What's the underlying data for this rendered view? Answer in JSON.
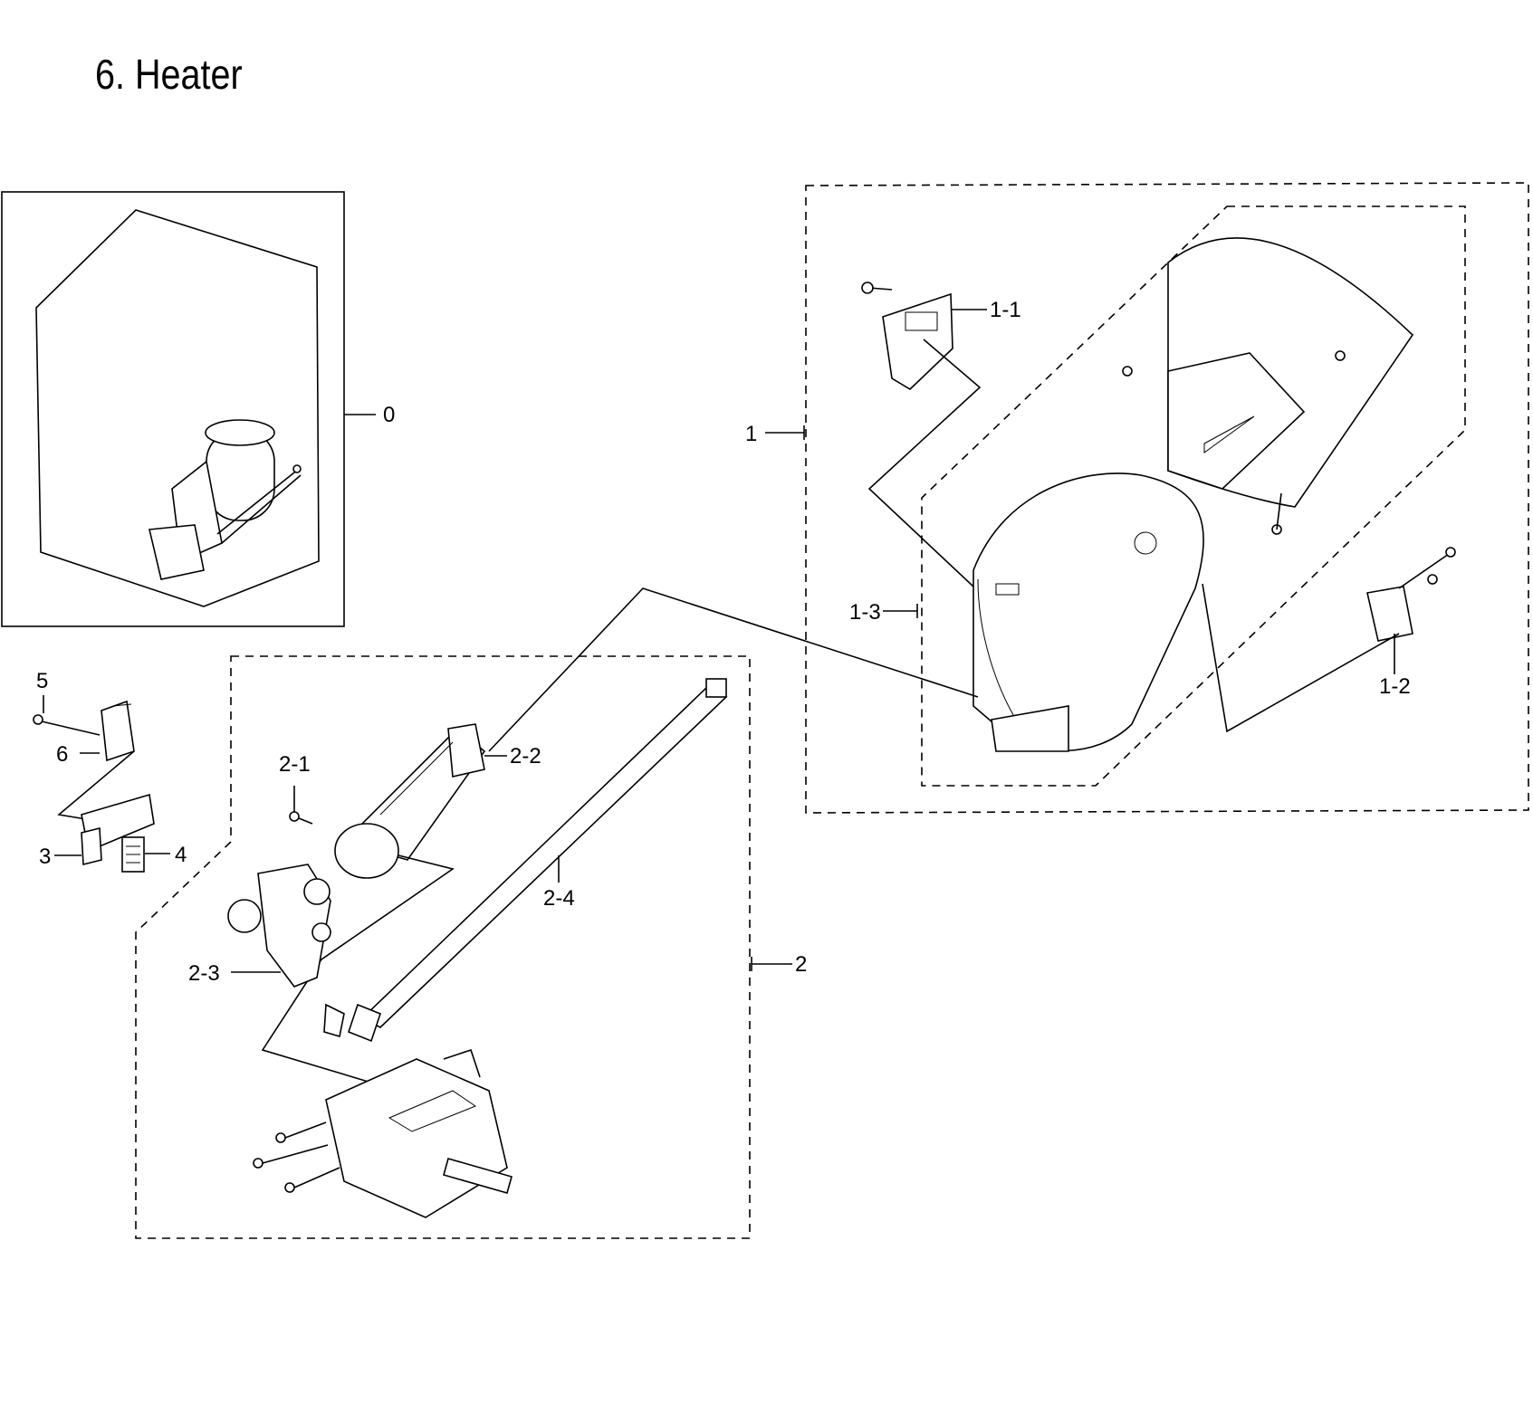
{
  "title": "6. Heater",
  "callouts": {
    "c0": "0",
    "c1": "1",
    "c1_1": "1-1",
    "c1_2": "1-2",
    "c1_3": "1-3",
    "c2": "2",
    "c2_1": "2-1",
    "c2_2": "2-2",
    "c2_3": "2-3",
    "c2_4": "2-4",
    "c3": "3",
    "c4": "4",
    "c5": "5",
    "c6": "6"
  }
}
